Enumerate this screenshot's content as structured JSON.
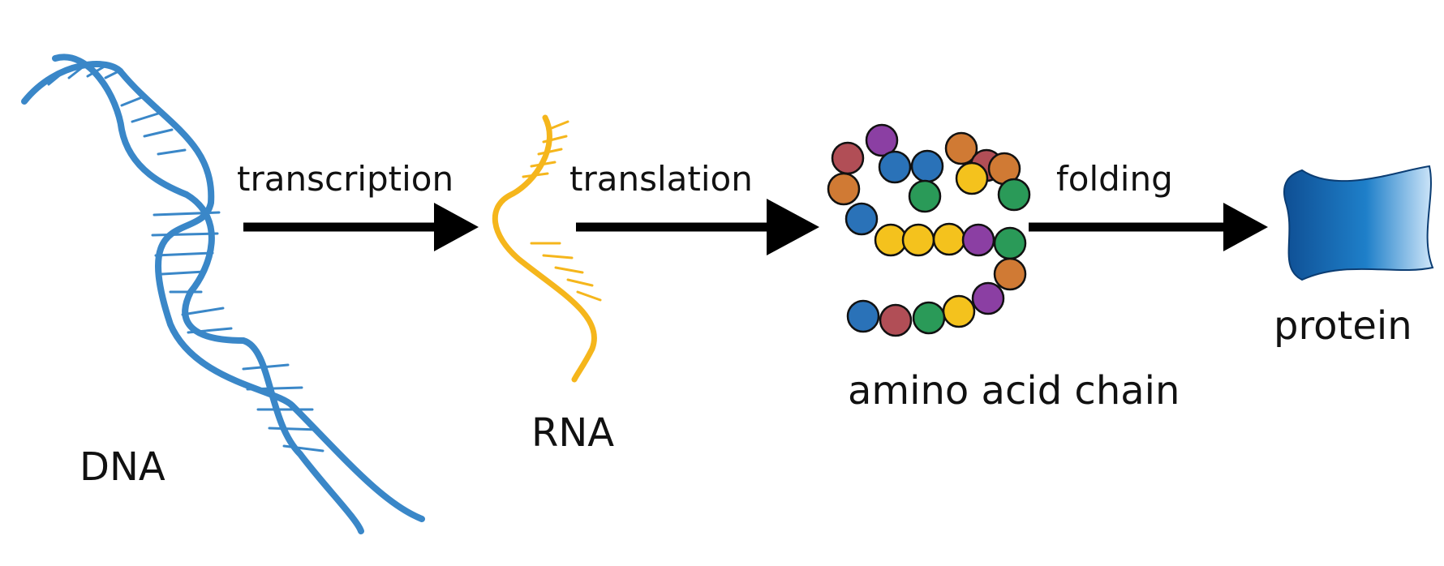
{
  "colors": {
    "dna": "#3a87c8",
    "rna": "#f5b61c",
    "arrow": "#000000",
    "protein_dark": "#0f4f94",
    "protein_light": "#cfe6f9"
  },
  "labels": {
    "dna": "DNA",
    "rna": "RNA",
    "chain": "amino acid chain",
    "protein": "protein"
  },
  "steps": {
    "transcription": "transcription",
    "translation": "translation",
    "folding": "folding"
  },
  "beads": {
    "colors": [
      "#b14e56",
      "#8b3fa3",
      "#d07a34",
      "#2a72b8",
      "#2a72b8",
      "#d07a34",
      "#2a9a58",
      "#b14e56",
      "#d07a34",
      "#2a9a58",
      "#f4c21d",
      "#b14e56",
      "#2a72b8",
      "#f4c21d",
      "#f4c21d",
      "#f4c21d",
      "#8b3fa3",
      "#2a9a58",
      "#d07a34",
      "#8b3fa3",
      "#f4c21d",
      "#2a9a58",
      "#b14e56",
      "#2a72b8"
    ]
  }
}
